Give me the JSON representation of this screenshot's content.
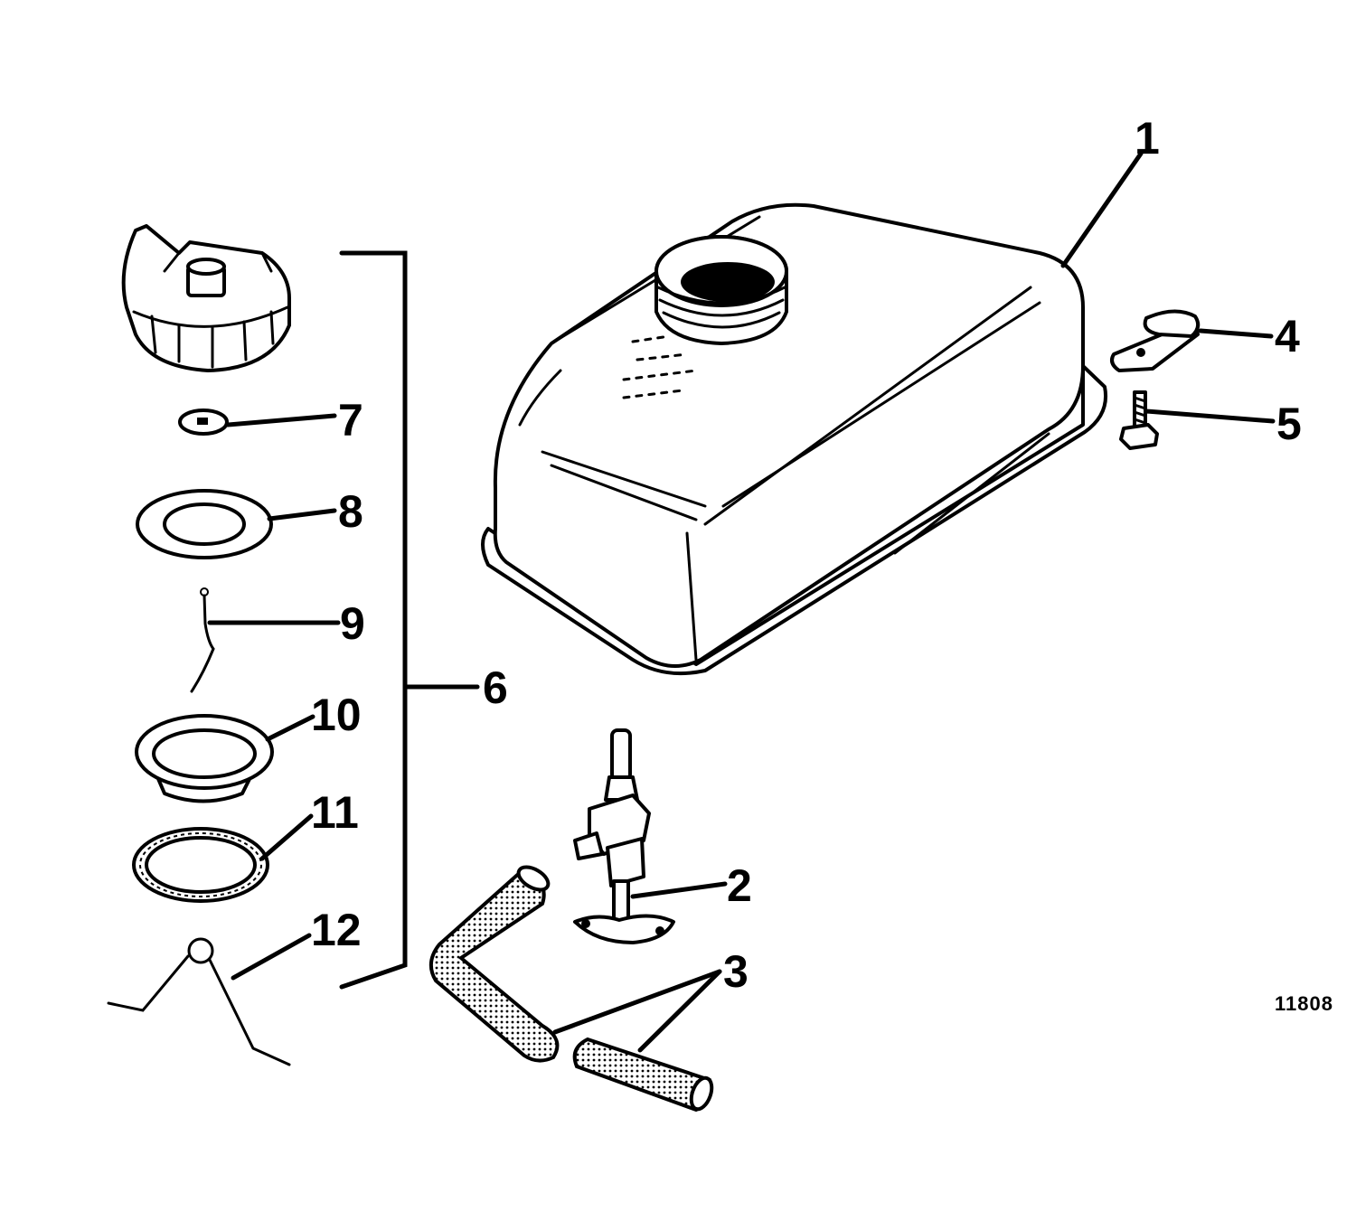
{
  "callouts": {
    "c1": "1",
    "c2": "2",
    "c3": "3",
    "c4": "4",
    "c5": "5",
    "c6": "6",
    "c7": "7",
    "c8": "8",
    "c9": "9",
    "c10": "10",
    "c11": "11",
    "c12": "12"
  },
  "figure_number": "11808"
}
